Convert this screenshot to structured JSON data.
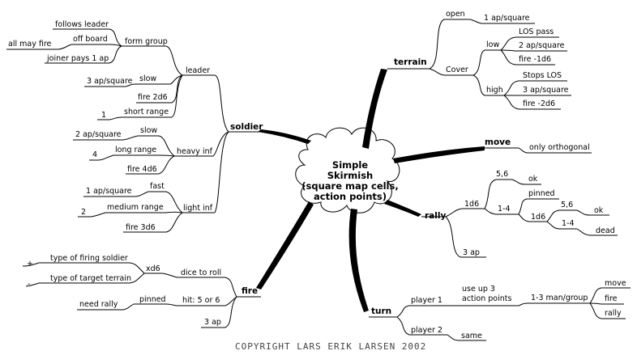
{
  "center": {
    "lines": [
      "Simple",
      "Skirmish",
      "(square map cells,",
      "action points)"
    ]
  },
  "copyright": "COPYRIGHT LARS ERIK LARSEN 2002",
  "soldier": {
    "label": "soldier",
    "leader": {
      "label": "leader",
      "form_group": {
        "label": "form group",
        "follows": "follows leader",
        "off_board": "off board",
        "all_may_fire": "all may fire",
        "joiner": "joiner pays 1 ap"
      },
      "slow": "slow",
      "slow_value": "3 ap/square",
      "fire": "fire 2d6",
      "short_range": "short range",
      "short_range_value": "1"
    },
    "heavy_inf": {
      "label": "heavy inf",
      "slow": "slow",
      "slow_value": "2 ap/square",
      "long_range": "long range",
      "long_range_value": "4",
      "fire": "fire 4d6"
    },
    "light_inf": {
      "label": "light inf",
      "fast": "fast",
      "fast_value": "1 ap/square",
      "medium_range": "medium range",
      "medium_range_value": "2",
      "fire": "fire 3d6"
    }
  },
  "terrain": {
    "label": "terrain",
    "open": "open",
    "open_value": "1 ap/square",
    "cover": "Cover",
    "low": {
      "label": "low",
      "los": "LOS pass",
      "ap": "2 ap/square",
      "fire": "fire -1d6"
    },
    "high": {
      "label": "high",
      "los": "Stops LOS",
      "ap": "3 ap/square",
      "fire": "fire -2d6"
    }
  },
  "move": {
    "label": "move",
    "value": "only orthogonal"
  },
  "rally": {
    "label": "rally",
    "d6": "1d6",
    "r56": "5,6",
    "ok": "ok",
    "r14": "1-4",
    "pinned": "pinned",
    "d6b": "1d6",
    "r56b": "5,6",
    "ok2": "ok",
    "r14b": "1-4",
    "dead": "dead",
    "ap": "3 ap"
  },
  "fire": {
    "label": "fire",
    "dice": "dice to roll",
    "xd6": "xd6",
    "plus": "+",
    "firing": "type of firing soldier",
    "minus": "-",
    "target": "type of target terrain",
    "hit": "hit: 5 or 6",
    "pinned": "pinned",
    "need_rally": "need rally",
    "ap": "3 ap"
  },
  "turn": {
    "label": "turn",
    "player1": "player 1",
    "use_up_1": "use up 3",
    "use_up_2": "action points",
    "group": "1-3 man/group",
    "move": "move",
    "fire": "fire",
    "rally": "rally",
    "player2": "player 2",
    "same": "same"
  }
}
